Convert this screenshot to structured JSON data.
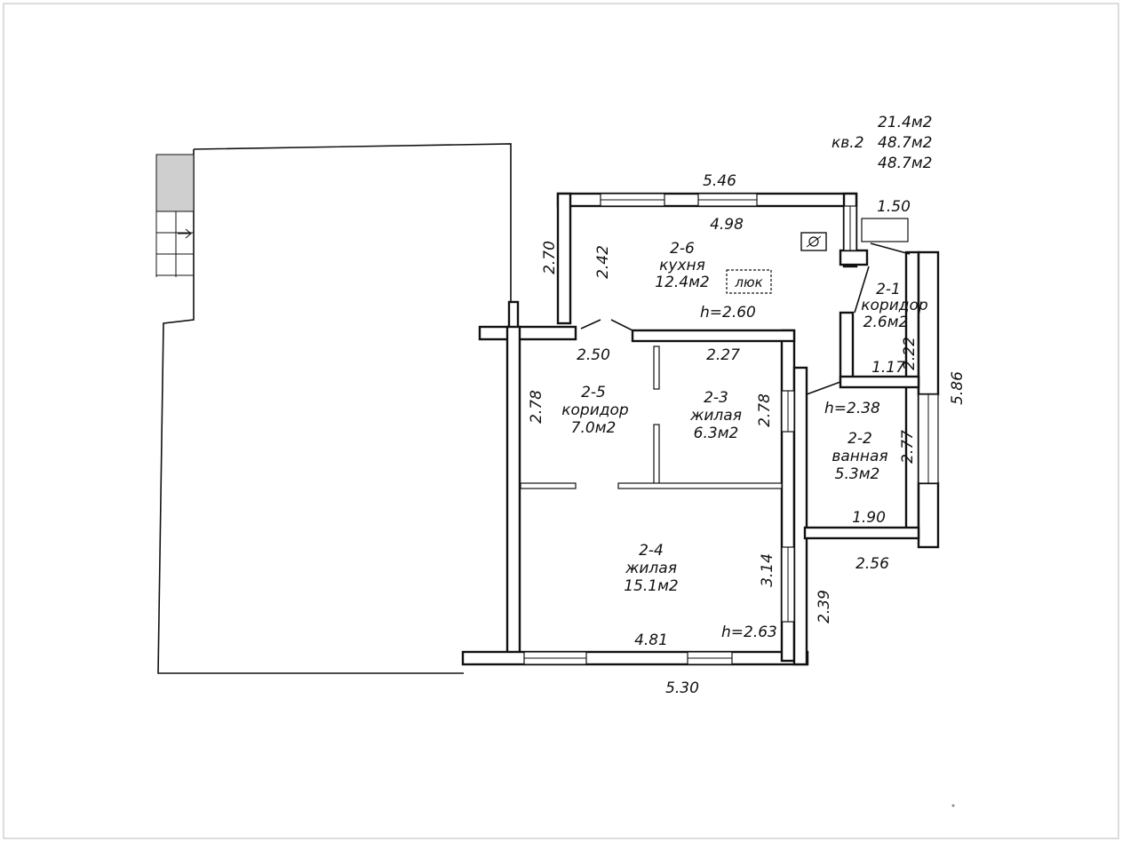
{
  "summary": {
    "apartment": "кв.2",
    "area_living": "21.4м2",
    "area_total": "48.7м2",
    "area_total_2": "48.7м2"
  },
  "rooms": {
    "kitchen": {
      "id": "2-6",
      "name": "кухня",
      "area": "12.4м2"
    },
    "corridor1": {
      "id": "2-1",
      "name": "коридор",
      "area": "2.6м2"
    },
    "corridor5": {
      "id": "2-5",
      "name": "коридор",
      "area": "7.0м2"
    },
    "living3": {
      "id": "2-3",
      "name": "жилая",
      "area": "6.3м2"
    },
    "bath": {
      "id": "2-2",
      "name": "ванная",
      "area": "5.3м2"
    },
    "living4": {
      "id": "2-4",
      "name": "жилая",
      "area": "15.1м2"
    }
  },
  "hatch_label": "люк",
  "heights": {
    "kitchen": "h=2.60",
    "corridor": "h=2.38",
    "living": "h=2.63"
  },
  "dimensions": {
    "d546": "5.46",
    "d498": "4.98",
    "d150": "1.50",
    "d270": "2.70",
    "d242": "2.42",
    "d250": "2.50",
    "d227": "2.27",
    "d278a": "2.78",
    "d278b": "2.78",
    "d117": "1.17",
    "d222": "2.22",
    "d586": "5.86",
    "d277": "2.77",
    "d190": "1.90",
    "d256": "2.56",
    "d314": "3.14",
    "d239": "2.39",
    "d481": "4.81",
    "d530": "5.30"
  }
}
